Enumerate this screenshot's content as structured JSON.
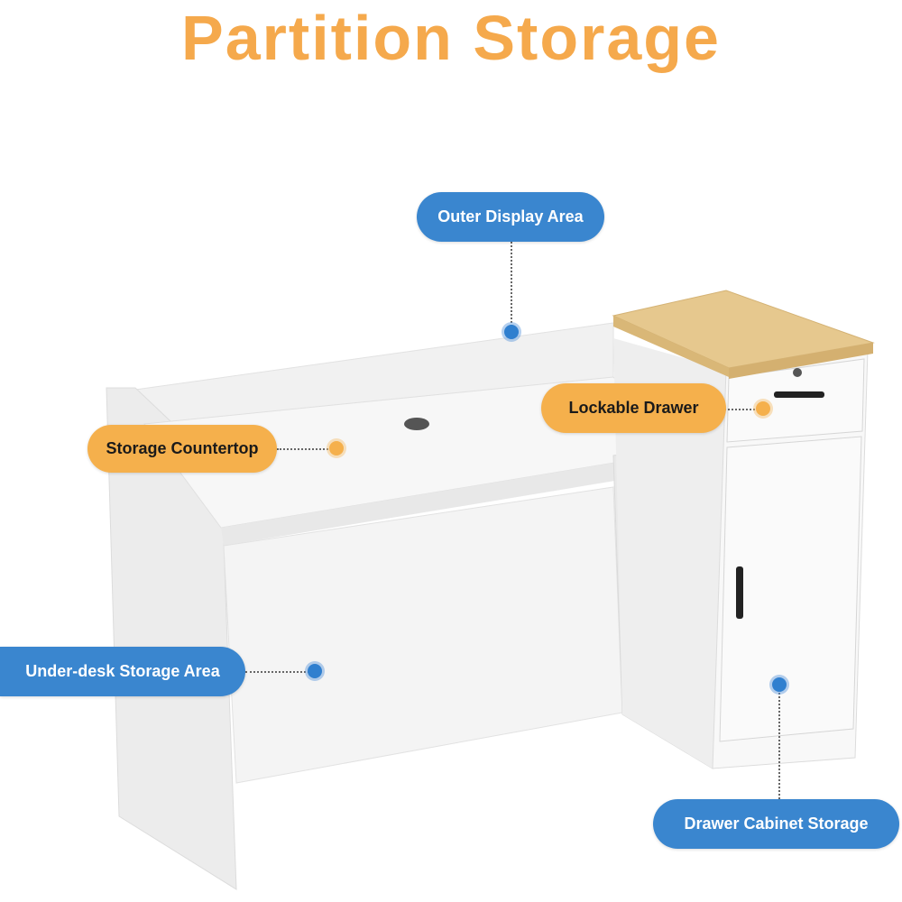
{
  "title": "Partition Storage",
  "labels": {
    "outer_display": "Outer Display Area",
    "lockable_drawer": "Lockable Drawer",
    "storage_countertop": "Storage Countertop",
    "under_desk": "Under-desk Storage Area",
    "drawer_cabinet": "Drawer Cabinet Storage"
  },
  "colors": {
    "title": "#f5a94c",
    "blue": "#3a86cf",
    "orange": "#f5b04c",
    "wood": "#e6c88e"
  }
}
